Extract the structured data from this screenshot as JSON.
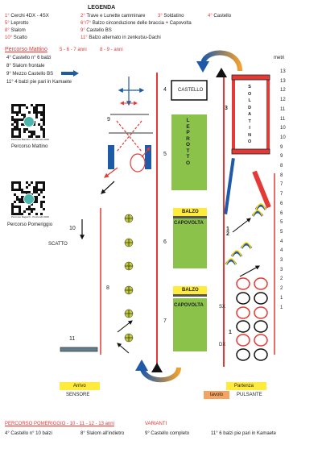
{
  "legend": {
    "title": "LEGENDA",
    "items": [
      {
        "num": "1°",
        "label": "Cerchi 4DX - 4SX"
      },
      {
        "num": "2°",
        "label": "Trave e Lunette camminare"
      },
      {
        "num": "3°",
        "label": "Soldatino"
      },
      {
        "num": "4°",
        "label": "Castello"
      },
      {
        "num": "5°",
        "label": "Leprotto"
      },
      {
        "num": "6°/7°",
        "label": "Balzo circonduzione delle braccia + Capovolta"
      },
      {
        "num": "8°",
        "label": "Slalom"
      },
      {
        "num": "9°",
        "label": "Castello BS"
      },
      {
        "num": "10°",
        "label": "Scatto"
      },
      {
        "num": "11°",
        "label": "Balzo alternato in zenkutsu-Dachi"
      }
    ]
  },
  "morning": {
    "title": "Percorso Mattino",
    "ages_a": "5 - 6 - 7 anni",
    "ages_b": "8 - 9 - anni",
    "notes": [
      "4° Castello n° 6 balzi",
      "8° Slalom frontale",
      "9° Mezzo Castello BS",
      "11° 4 balzi pie pari in Kamaete"
    ],
    "qr_caption": "Percorso Mattino",
    "qr_small": "Percorso Bambini - Ponomelli 2026"
  },
  "afternoon": {
    "qr_caption": "Percorso Pomeriggio",
    "qr_small": "Percorso Ragazzi - Ponomelli 2026",
    "title": "PERCORSO POMERIGGIO - 10 - 11 - 12 - 13 anni",
    "variants_title": "VARIANTI",
    "variants": [
      "4° Castello n° 10 balzi",
      "8° Slalom all'indietro",
      "9° Castello completo",
      "11° 6 balzi pie pari in Kamaete"
    ]
  },
  "course": {
    "station_numbers": [
      "1",
      "2",
      "3",
      "4",
      "5",
      "6",
      "7",
      "8",
      "9",
      "10",
      "11"
    ],
    "castello_label": "CASTELLO",
    "leprotto_letters": [
      "L",
      "E",
      "P",
      "R",
      "O",
      "T",
      "T",
      "O"
    ],
    "soldatino_letters": [
      "S",
      "O",
      "L",
      "D",
      "A",
      "T",
      "I",
      "N",
      "O"
    ],
    "balzo_label": "BALZO",
    "capovolta_label": "CAPOVOLTA",
    "scatto_label": "SCATTO",
    "sx_label": "SX",
    "dx_label": "DX",
    "arrivo_label": "Arrivo",
    "sensore_label": "SENSORE",
    "partenza_label": "Partenza",
    "tavolo_label": "tavolo",
    "pulsante_label": "PULSANTE"
  },
  "meters": {
    "title": "metri",
    "ticks": [
      "13",
      "13",
      "12",
      "12",
      "11",
      "11",
      "10",
      "10",
      "9",
      "9",
      "8",
      "8",
      "7",
      "7",
      "6",
      "6",
      "5",
      "5",
      "4",
      "4",
      "3",
      "3",
      "2",
      "2",
      "1",
      "1"
    ]
  },
  "colors": {
    "red": "#e53935",
    "green": "#8bc34a",
    "yellow": "#ffeb3b",
    "blue": "#1e5aa8",
    "orange": "#f4a460",
    "slalom_green": "#c0ca33"
  }
}
